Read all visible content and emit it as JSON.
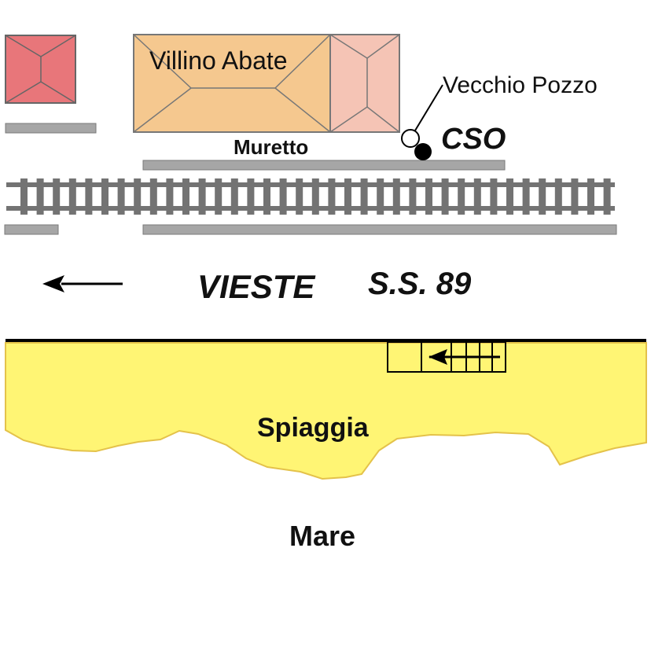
{
  "labels": {
    "villa": "Villino Abate",
    "well": "Vecchio Pozzo",
    "station": "CSO",
    "wall": "Muretto",
    "town": "VIESTE",
    "road": "S.S. 89",
    "beach": "Spiaggia",
    "sea": "Mare"
  },
  "colors": {
    "house_left": "#e8767a",
    "villa": "#f5c88f",
    "annex": "#f5c4b5",
    "beach": "#fff574",
    "beach_edge": "#e4c24a",
    "rail": "#737373",
    "wall": "#a6a6a6",
    "road_line": "#000000"
  },
  "icons": {
    "direction_arrow": "arrow-left-icon",
    "stairs": "staircase-icon",
    "well_marker": "open-circle-icon",
    "station_marker": "filled-circle-icon"
  }
}
